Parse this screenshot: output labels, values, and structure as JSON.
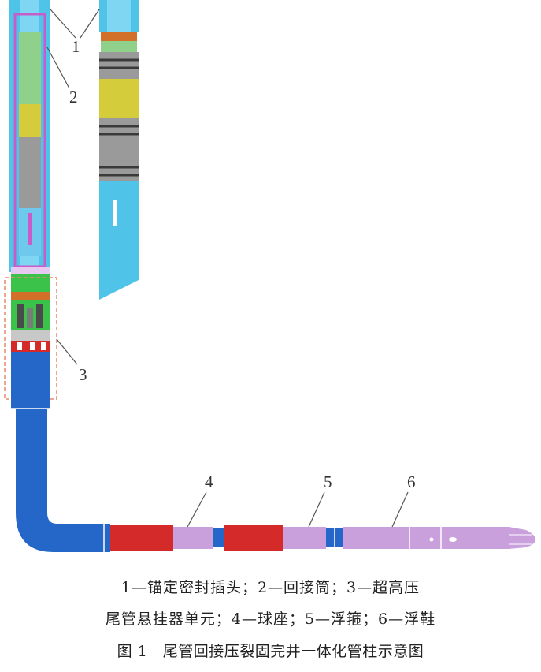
{
  "colors": {
    "light_blue": "#4fc3e8",
    "blue": "#2567c9",
    "dark_blue": "#1a4f9e",
    "red": "#d42a2a",
    "purple": "#c9a0dc",
    "magenta": "#c85cc8",
    "green": "#8fd08a",
    "bright_green": "#3bc24a",
    "yellow": "#d4cc3a",
    "gray": "#9a9a9a",
    "orange": "#d2702a",
    "leader_line": "#555555"
  },
  "callouts": {
    "c1": "1",
    "c2": "2",
    "c3": "3",
    "c4": "4",
    "c5": "5",
    "c6": "6"
  },
  "caption": {
    "line1": "1—锚定密封插头；2—回接筒；3—超高压",
    "line2": "尾管悬挂器单元；4—球座；5—浮箍；6—浮鞋",
    "title": "图 1　尾管回接压裂固完井一体化管柱示意图"
  }
}
